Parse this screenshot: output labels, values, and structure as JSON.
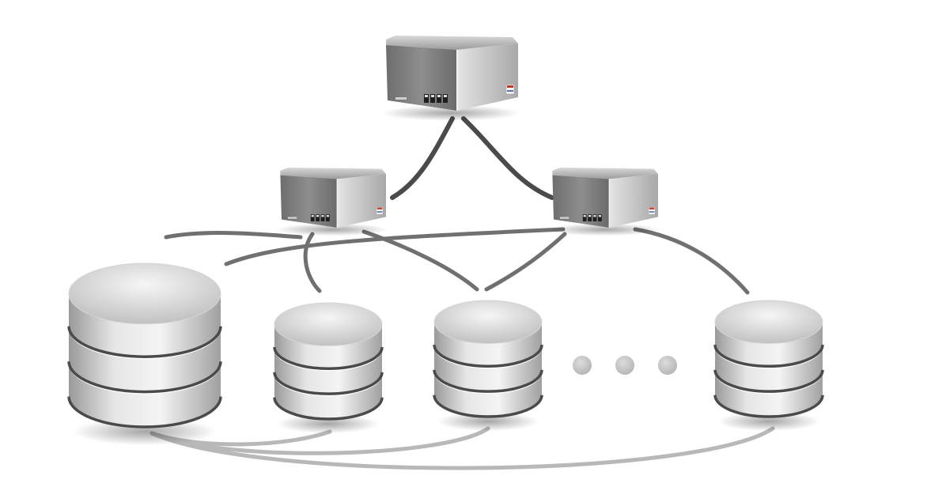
{
  "diagram": {
    "nodes": [
      {
        "id": "server-top",
        "kind": "server"
      },
      {
        "id": "server-left",
        "kind": "server"
      },
      {
        "id": "server-right",
        "kind": "server"
      },
      {
        "id": "db-large",
        "kind": "database"
      },
      {
        "id": "db-1",
        "kind": "database"
      },
      {
        "id": "db-2",
        "kind": "database"
      },
      {
        "id": "db-3",
        "kind": "database"
      }
    ],
    "edges": [
      {
        "from": "server-top",
        "to": "server-left"
      },
      {
        "from": "server-top",
        "to": "server-right"
      },
      {
        "from": "server-left",
        "to": "db-large"
      },
      {
        "from": "server-left",
        "to": "db-1"
      },
      {
        "from": "server-left",
        "to": "db-2"
      },
      {
        "from": "server-right",
        "to": "db-large"
      },
      {
        "from": "server-right",
        "to": "db-2"
      },
      {
        "from": "server-right",
        "to": "db-3"
      },
      {
        "from": "db-large",
        "to": "db-1"
      },
      {
        "from": "db-large",
        "to": "db-2"
      },
      {
        "from": "db-large",
        "to": "db-3"
      }
    ],
    "ellipsis_dots": 3,
    "colors": {
      "server_edge": "#4a4a4a",
      "db_edge": "#707070",
      "db_link": "#b8b8b8",
      "dot": "#c4c4c4"
    }
  }
}
